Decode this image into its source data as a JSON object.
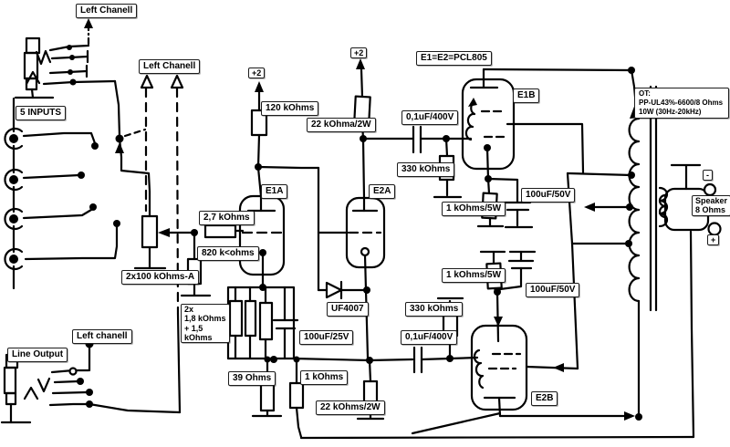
{
  "diagram": {
    "type": "hand-drawn tube amplifier schematic",
    "tubes": "PCL805 push-pull",
    "ink_color": "#000000",
    "paper_color": "#ffffff"
  },
  "labels": {
    "left_channel_top": "Left Chanell",
    "left_channel_mid": "Left Chanell",
    "five_inputs": "5 INPUTS",
    "plus2_a": "+2",
    "plus2_b": "+2",
    "r120k": "120 kOhms",
    "r22k_upper": "22 kOhma/2W",
    "tube_eq": "E1=E2=PCL805",
    "e1b": "E1B",
    "ot": "OT:\nPP-UL43%-6600/8 Ohms\n10W (30Hz-20kHz)",
    "c01_upper": "0,1uF/400V",
    "r330k_upper": "330 kOhms",
    "e1a": "E1A",
    "e2a": "E2A",
    "r2k7": "2,7 kOhms",
    "r820k": "820 k<ohms",
    "r1k5w_upper": "1 kOhms/5W",
    "c100u50_upper": "100uF/50V",
    "pot": "2x100 kOhms-A",
    "r1k5w_lower": "1 kOhms/5W",
    "c100u50_lower": "100uF/50V",
    "cathode_bank": "2x\n1,8 kOhms\n+  1,5\nkOhms",
    "uf4007": "UF4007",
    "r330k_lower": "330 kOhms",
    "c01_lower": "0,1uF/400V",
    "c100u25": "100uF/25V",
    "line_output": "Line Output",
    "left_channel_bottom": "Left chanell",
    "r39": "39 Ohms",
    "r1k": "1 kOhms",
    "r22k_lower": "22 kOhms/2W",
    "e2b": "E2B",
    "speaker": "Speaker\n8 Ohms",
    "minus": "-",
    "plus": "+"
  }
}
